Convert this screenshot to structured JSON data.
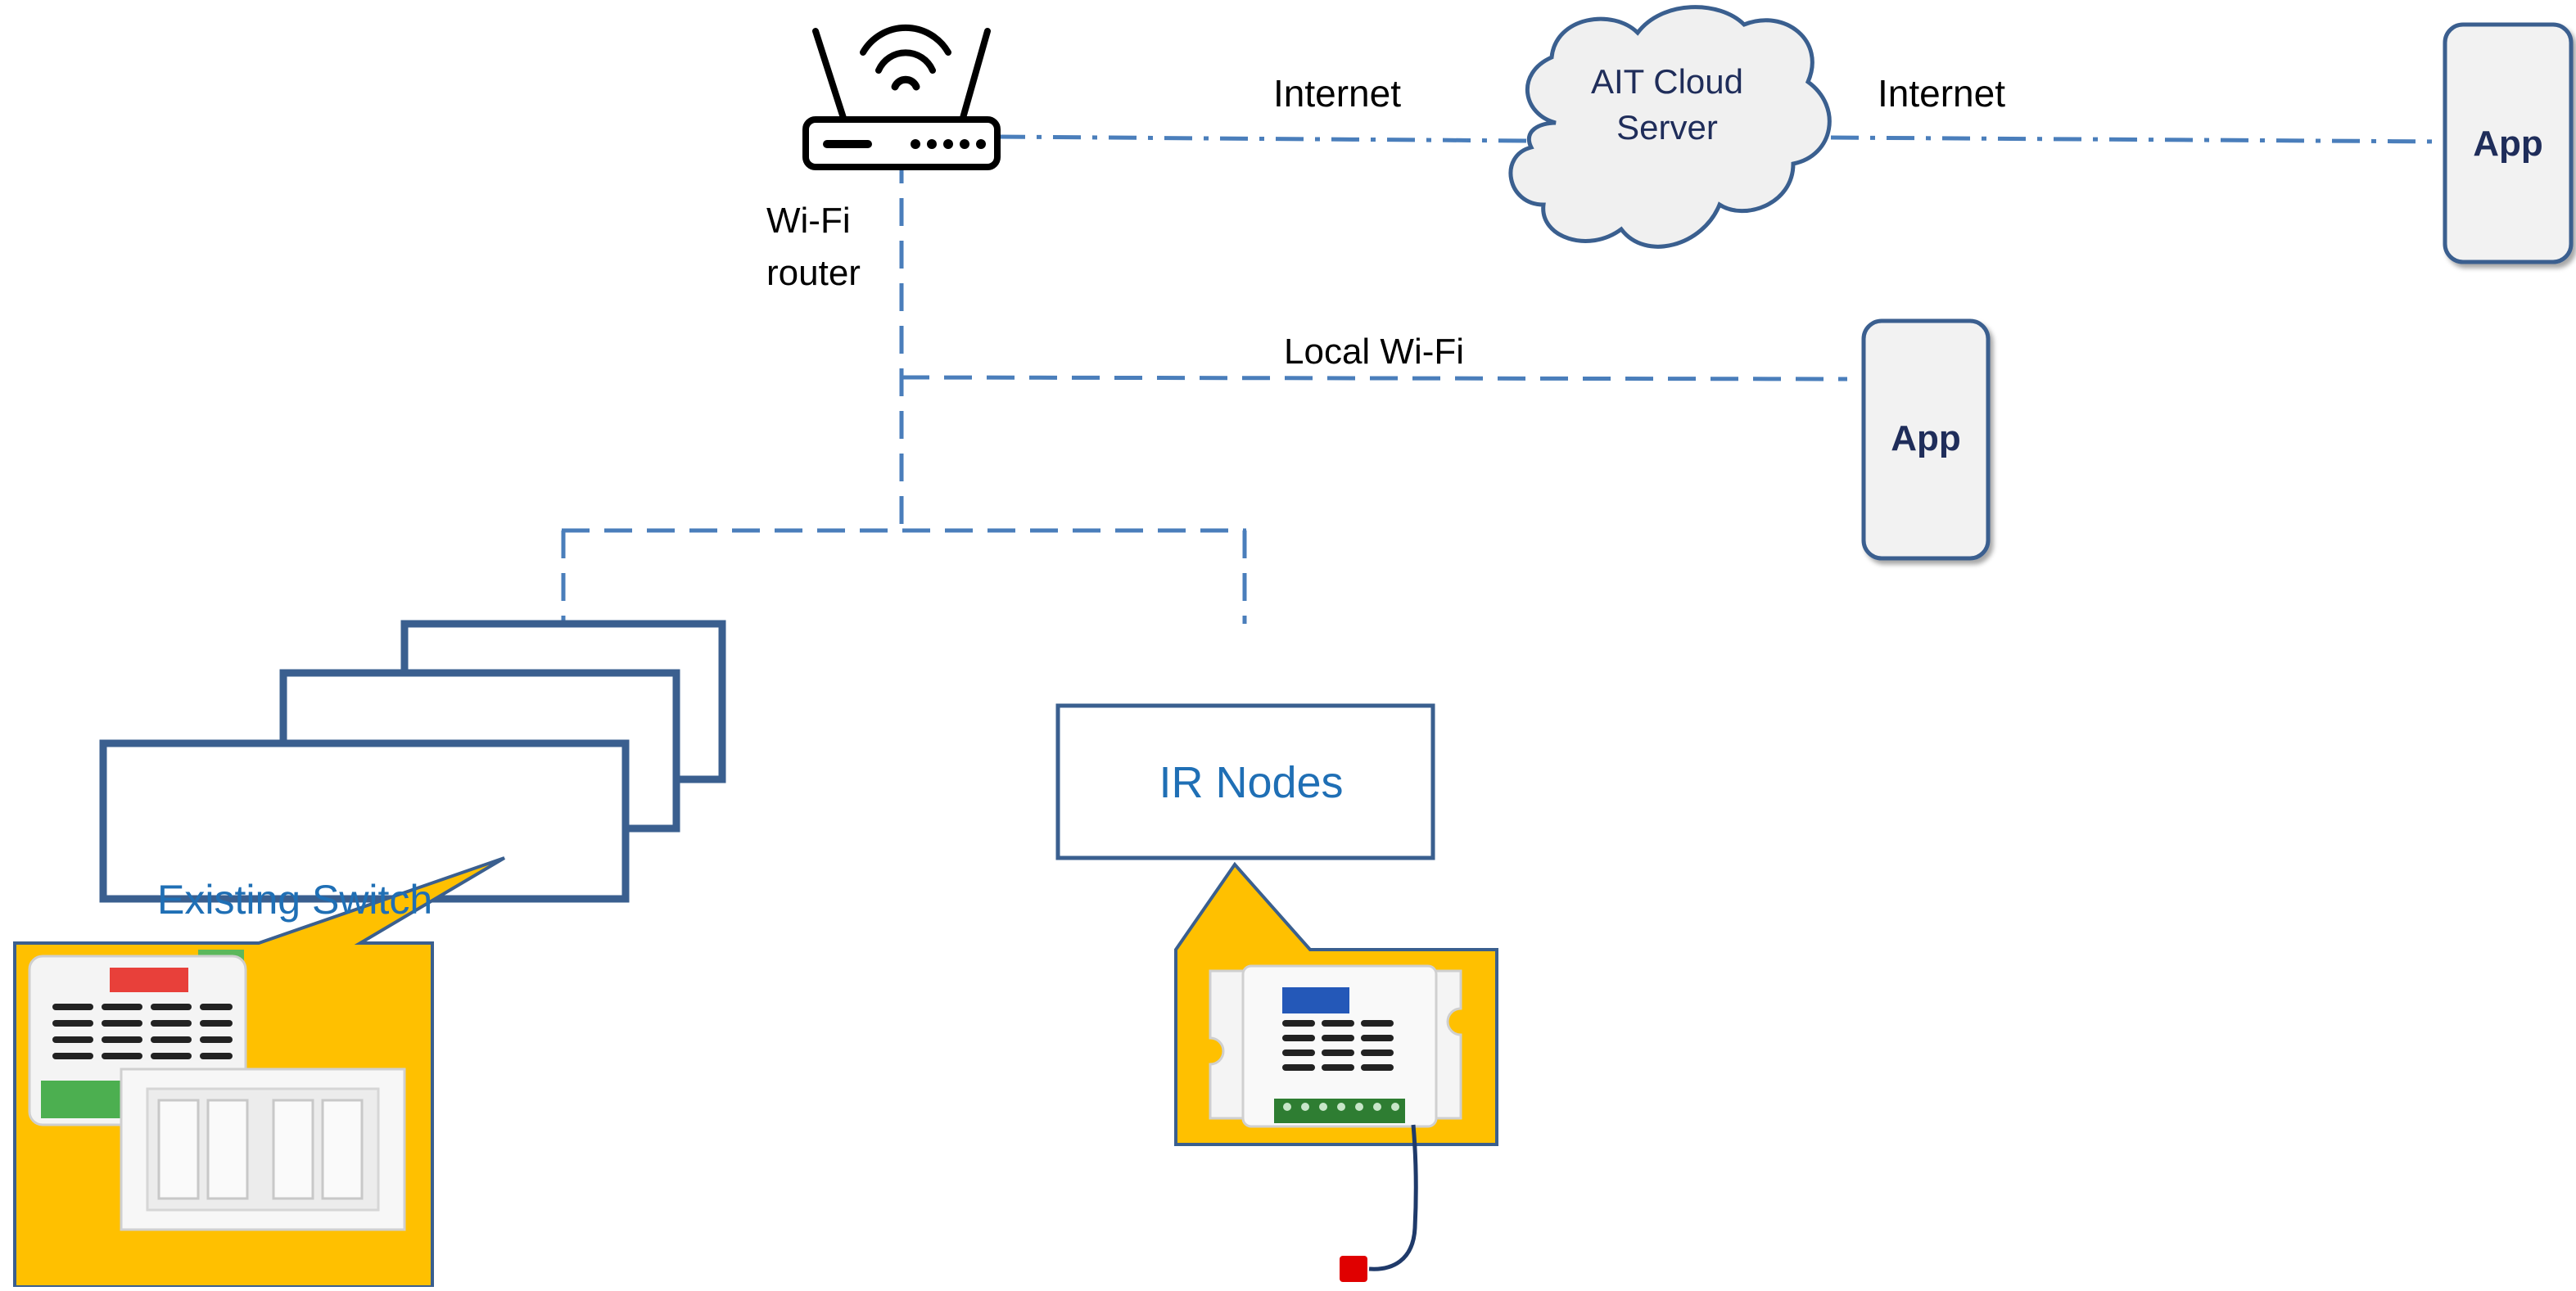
{
  "labels": {
    "internet_left": "Internet",
    "internet_right": "Internet",
    "cloud_line1": "AIT Cloud",
    "cloud_line2": "Server",
    "router_line1": "Wi-Fi",
    "router_line2": "router",
    "local_wifi": "Local Wi-Fi",
    "app_remote": "App",
    "app_local": "App",
    "ir_nodes": "IR Nodes",
    "existing_switch": "Existing Switch"
  },
  "icons": {
    "router": "wifi-router-icon",
    "cloud": "cloud-server-icon",
    "switch_module": "smart-switch-module-icon",
    "wall_switch": "wall-switch-plate-icon",
    "ir_module": "ir-node-module-icon",
    "ir_emitter": "ir-emitter-icon"
  },
  "colors": {
    "link_line": "#4a7ebb",
    "box_border": "#3a5f8f",
    "dark_text": "#1f2d5a",
    "blue_text": "#1f6fb5",
    "callout_fill": "#ffc000",
    "app_fill": "#f2f2f2",
    "cloud_fill": "#f0f0f0",
    "ir_led": "#e00000"
  }
}
